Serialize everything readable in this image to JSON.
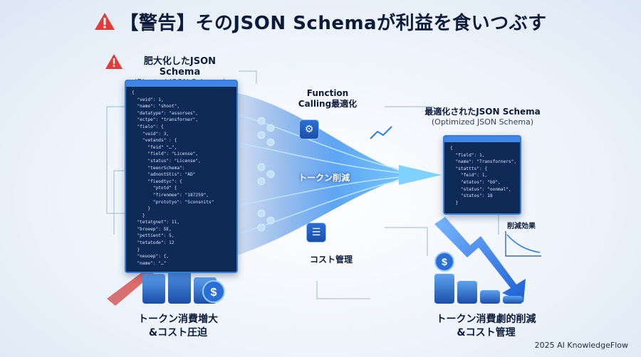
{
  "title": "【警告】そのJSON Schemaが利益を食いつぶす",
  "bloated": {
    "title": "肥大化したJSON Schema",
    "subtitle": "(Bloated JSON Schema)"
  },
  "function_calling": {
    "line1": "Function",
    "line2": "Calling最適化"
  },
  "optimized": {
    "title": "最適化されたJSON Schema",
    "subtitle": "(Optimized JSON Schema)"
  },
  "token_cut_label": "トークン削減",
  "cost_mgmt_label": "コスト管理",
  "reduction_effect_label": "削減効果",
  "left_caption": {
    "line1": "トークン消費増大",
    "line2": "&コスト圧迫"
  },
  "right_caption": {
    "line1": "トークン消費劇的削減",
    "line2": "&コスト管理"
  },
  "footer": "2025 AI KnowledgeFlow",
  "bloated_code": "{\n  \"veid\": 1,\n  \"name\": \"shoot\",\n  \"datatype\": \"assorses\",\n  \"ectpe\": \"transforner\",\n  \"fielo\": {\n    \"veid\": 3,\n    \"vetands\" : {\n      \"feid\" \"…\",\n      \"field\": \"License\",\n      \"status\": \"License\",\n      \"teenrSchema\":\n      \"adnontStis\": \"AD\"\n      \"fieodtyc\": {\n        \"ptotd\" {\n        \"firenmee\": \"187259\",\n        \"prototyo\": \"Sconsnits\"\n      }\n    }\n  \"tetatgnet\": 11,\n  \"broeep\": SE,\n  \"pettient\": 5,\n  \"tetatode\": 12\n  }\n  \"neuoep\": {,\n  \"name\": \"…\"",
  "optimized_code": "{\n  \"field\": 1,\n  \"name\": \"Transforners\",\n  \"stattts\": {\n    \"feid\": 1,\n    \"etatos\": \"bO\",\n    \"status\": \"oonmal\",\n    \"statos\": 18\n  }",
  "colors": {
    "accent_blue": "#2f7fe0",
    "dark_blue": "#0d2a57",
    "warning_red": "#e23b3b",
    "up_arrow": "#e23b3b",
    "down_arrow": "#1f6fe0"
  }
}
